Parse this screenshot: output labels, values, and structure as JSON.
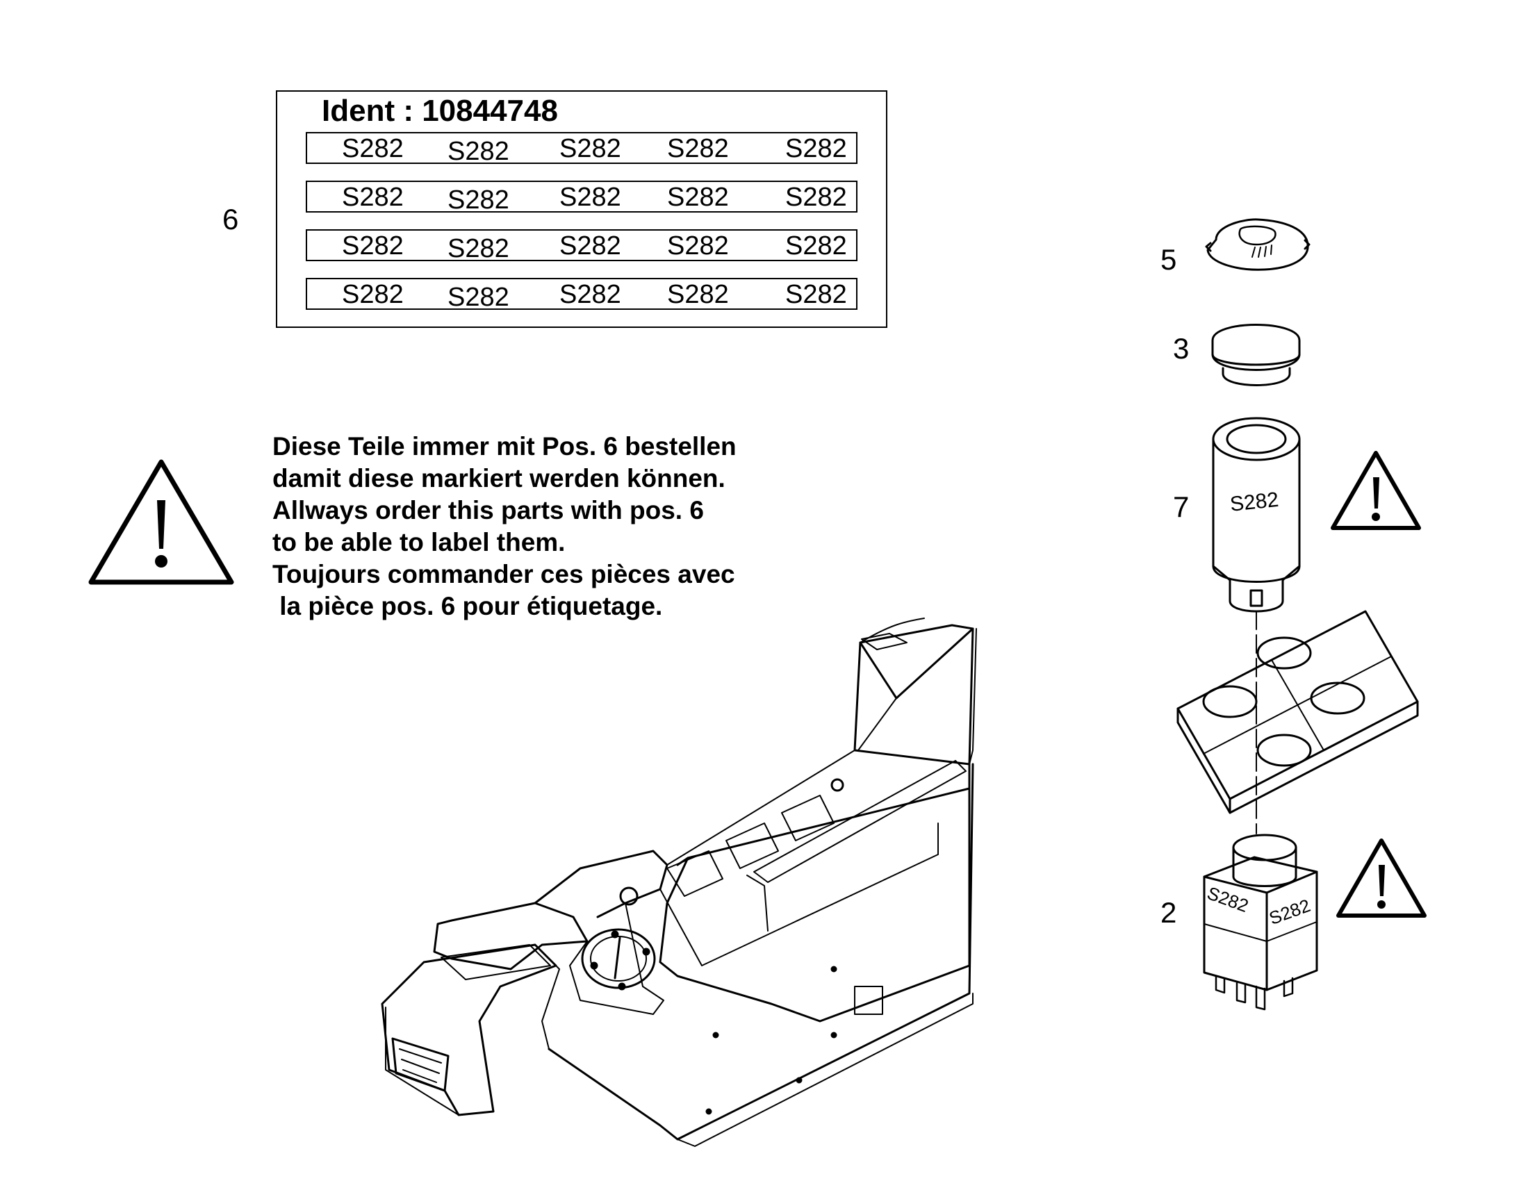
{
  "label_sheet": {
    "ident": "Ident : 10844748",
    "rows": [
      [
        "S282",
        "S282",
        "S282",
        "S282",
        "S282"
      ],
      [
        "S282",
        "S282",
        "S282",
        "S282",
        "S282"
      ],
      [
        "S282",
        "S282",
        "S282",
        "S282",
        "S282"
      ],
      [
        "S282",
        "S282",
        "S282",
        "S282",
        "S282"
      ]
    ]
  },
  "positions": {
    "p6": "6",
    "p5": "5",
    "p3": "3",
    "p7": "7",
    "p2": "2"
  },
  "note_lines": [
    "Diese Teile immer mit Pos. 6 bestellen",
    "damit diese markiert werden können.",
    "Allways order this parts with pos. 6",
    "to be able to label them.",
    "Toujours commander ces pièces avec",
    " la pièce pos. 6 pour étiquetage."
  ],
  "part_labels": {
    "sleeve": "S282",
    "switch_left": "S282",
    "switch_right": "S282"
  },
  "icons": [
    "warning-triangle-icon"
  ]
}
